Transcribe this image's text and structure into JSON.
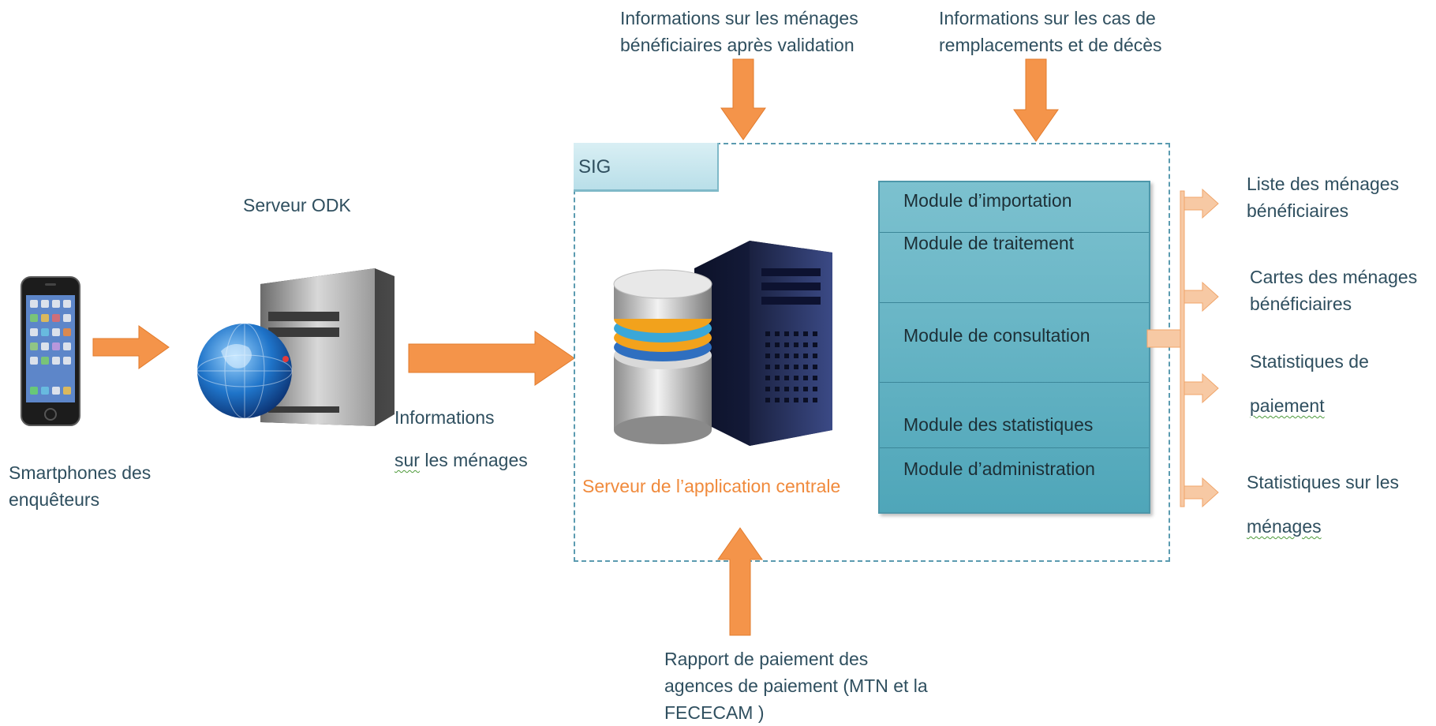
{
  "labels": {
    "smartphones": [
      "Smartphones des",
      "enquêteurs"
    ],
    "serveur_odk": "Serveur ODK",
    "informations_line1": "Informations",
    "informations_line2_squiggle": "sur",
    "informations_line2_rest": " les ménages",
    "serveur_central": "Serveur de l’application  centrale",
    "top_left": [
      "Informations sur les ménages",
      "bénéficiaires après validation"
    ],
    "top_right": [
      "Informations sur les cas de",
      "remplacements et de décès"
    ],
    "bottom": [
      "Rapport de paiement des",
      "agences de paiement (MTN et la",
      "FECECAM )"
    ],
    "sig": "SIG"
  },
  "modules": [
    "Module d’importation",
    "Module de traitement",
    "Module de consultation",
    "Module des statistiques",
    "Module d’administration"
  ],
  "outputs": [
    {
      "line1": "Liste des ménages",
      "line2": "bénéficiaires",
      "line2_squiggle": false
    },
    {
      "line1": "Cartes des ménages",
      "line2": "bénéficiaires",
      "line2_squiggle": false
    },
    {
      "line1": "Statistiques de",
      "line2": "paiement",
      "line2_squiggle": true
    },
    {
      "line1": "Statistiques sur les",
      "line2": "ménages",
      "line2_squiggle": true
    }
  ],
  "colors": {
    "arrow_orange": "#f4944a",
    "light_orange": "#f7c9a4",
    "module_teal": "#5fb0c2",
    "dash_border": "#5b9bb0",
    "central_server_text": "#f08a3c"
  },
  "icons": [
    "smartphone-icon",
    "odk-server-icon",
    "globe-icon",
    "database-icon",
    "tower-server-icon"
  ]
}
